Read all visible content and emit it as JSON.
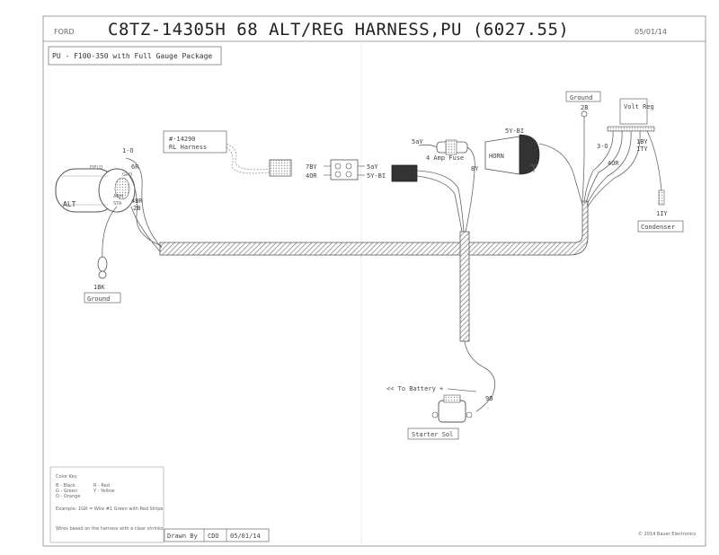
{
  "header": {
    "brand": "FORD",
    "title": "C8TZ-14305H  68 ALT/REG HARNESS,PU (6027.55)",
    "date": "05/01/14",
    "subtitle": "PU - F100-350 with Full Gauge Package"
  },
  "components": {
    "alternator": "ALT",
    "alt_terminals": [
      "FIELD",
      "GRD",
      "ARM",
      "STA"
    ],
    "alt_wires": [
      "1-O",
      "6R",
      "4BR",
      "2B"
    ],
    "ground_left": {
      "wire": "1BK",
      "label": "Ground"
    },
    "rl_harness": {
      "part": "#-14290",
      "label": "RL Harness"
    },
    "connector_left": [
      "7BY",
      "4OR"
    ],
    "connector_right": [
      "5aY",
      "5Y-BI"
    ],
    "fuse": {
      "label": "4 Amp Fuse",
      "wire_in": "5aY",
      "wire_out": "8Y"
    },
    "horn": {
      "label": "HORN",
      "wire": "5Y-BI"
    },
    "ground_right": {
      "label": "Ground",
      "wire": "2B"
    },
    "volt_reg": {
      "label": "Volt Reg",
      "wires": [
        "3-O",
        "4OR",
        "1BY",
        "1TY"
      ]
    },
    "condenser": {
      "wire": "1IY",
      "label": "Condenser"
    },
    "battery": {
      "label": "<< To Battery +",
      "wire": "9B"
    },
    "starter": {
      "label": "Starter Sol"
    }
  },
  "color_key": {
    "title": "Color Key",
    "rows": [
      [
        "B - Black",
        "R - Red"
      ],
      [
        "G - Green",
        "Y - Yellow"
      ],
      [
        "O - Orange",
        ""
      ]
    ],
    "example": "Example: 1GR = Wire #1 Green with Red Stripe",
    "note": "Wires based on the harness with a clear shrinks ..."
  },
  "footer": {
    "drawn_by_label": "Drawn By",
    "drawn_by": "CDO",
    "date": "05/01/14",
    "copyright": "© 2014 Bauer Electronics"
  }
}
